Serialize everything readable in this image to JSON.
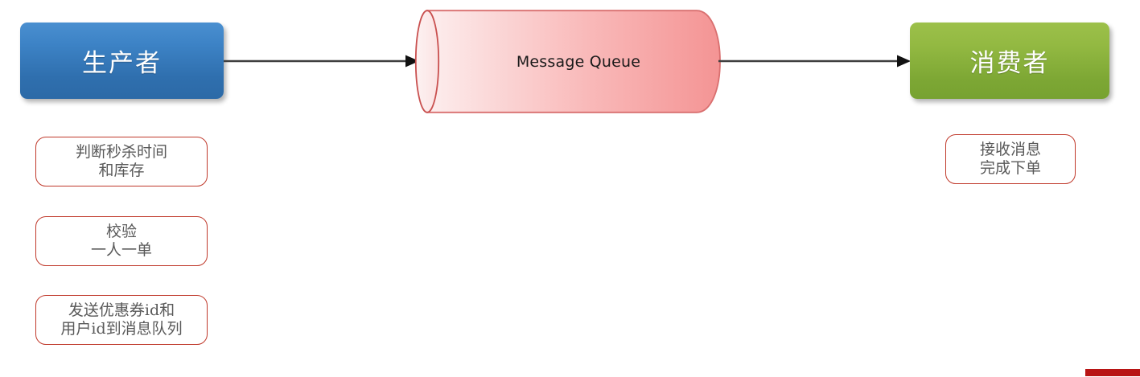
{
  "diagram": {
    "title": "Message Queue asynchronous seckill flow",
    "nodes": {
      "producer": {
        "label": "生产者",
        "color": "#3d83c6"
      },
      "queue": {
        "label": "Message Queue",
        "color": "#f0a3a3"
      },
      "consumer": {
        "label": "消费者",
        "color": "#93b942"
      }
    },
    "arrows": [
      {
        "name": "producer-to-queue"
      },
      {
        "name": "queue-to-consumer"
      }
    ],
    "notes": [
      {
        "name": "note-check-time-stock",
        "line1": "判断秒杀时间",
        "line2": "和库存"
      },
      {
        "name": "note-validate-one-order",
        "line1": "校验",
        "line2": "一人一单"
      },
      {
        "name": "note-send-ids-to-queue",
        "line1": "发送优惠券id和",
        "line2": "用户id到消息队列"
      },
      {
        "name": "note-receive-and-order",
        "line1": "接收消息",
        "line2": "完成下单"
      }
    ],
    "accent_color": "#b81414",
    "note_border_color": "#c0392b"
  }
}
